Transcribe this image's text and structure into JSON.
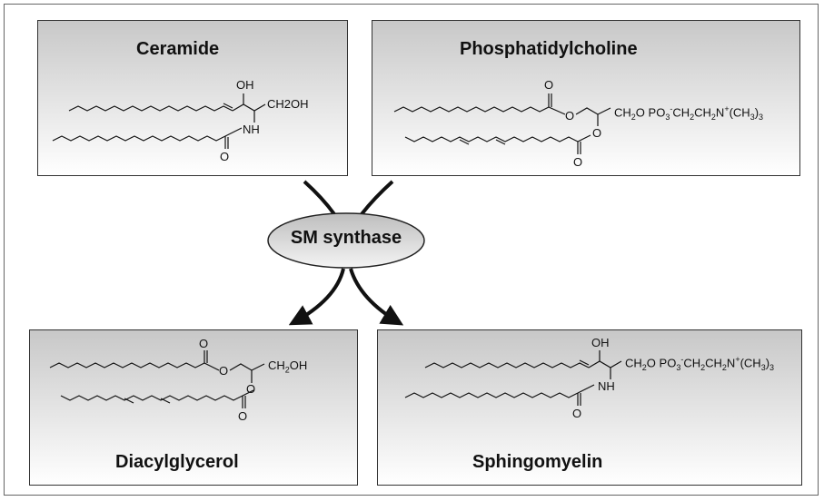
{
  "enzyme": {
    "label": "SM synthase"
  },
  "boxes": {
    "ceramide": {
      "title": "Ceramide",
      "labels": {
        "oh": "OH",
        "ch2oh": "CH2OH",
        "nh": "NH",
        "o": "O"
      }
    },
    "phosphatidylcholine": {
      "title": "Phosphatidylcholine",
      "labels": {
        "o_top": "O",
        "o_ester1": "O",
        "headgroup": "CH2O PO3-CH2CH2N+(CH3)3",
        "o_ester2": "O",
        "o_bottom": "O"
      }
    },
    "diacylglycerol": {
      "title": "Diacylglycerol",
      "labels": {
        "o_top": "O",
        "o_ester1": "O",
        "ch2oh": "CH2OH",
        "o_ester2": "O",
        "o_bottom": "O"
      }
    },
    "sphingomyelin": {
      "title": "Sphingomyelin",
      "labels": {
        "oh": "OH",
        "headgroup": "CH2O PO3-CH2CH2N+(CH3)3",
        "nh": "NH",
        "o": "O"
      }
    }
  },
  "colors": {
    "box_gradient_top": "#c8c8c8",
    "box_gradient_bottom": "#ffffff",
    "stroke": "#111111"
  }
}
